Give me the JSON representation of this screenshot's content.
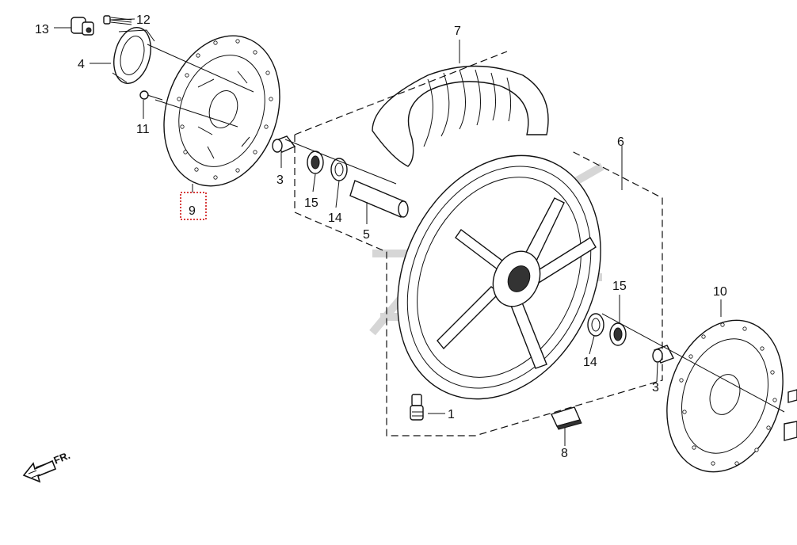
{
  "labels": {
    "p1": "1",
    "p3a": "3",
    "p3b": "3",
    "p4": "4",
    "p5": "5",
    "p6": "6",
    "p7": "7",
    "p8": "8",
    "p9": "9",
    "p10": "10",
    "p11": "11",
    "p12": "12",
    "p13": "13",
    "p14a": "14",
    "p14b": "14",
    "p15a": "15",
    "p15b": "15"
  },
  "direction": {
    "text": "FR."
  },
  "highlight": {
    "part": "9",
    "color": "#cc0000"
  },
  "icons": {
    "direction": "front-direction-arrow-icon"
  }
}
